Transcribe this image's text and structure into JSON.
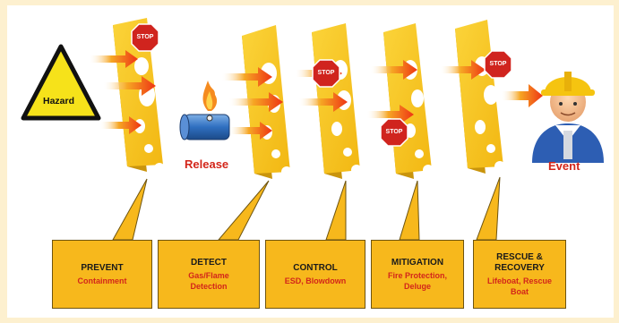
{
  "hazard": {
    "label": "Hazard"
  },
  "release": {
    "label": "Release"
  },
  "event": {
    "label": "Event"
  },
  "stop_sign": {
    "text": "STOP"
  },
  "barriers": [
    {
      "title": "PREVENT",
      "subtitle": "Containment"
    },
    {
      "title": "DETECT",
      "subtitle": "Gas/Flame Detection"
    },
    {
      "title": "CONTROL",
      "subtitle": "ESD, Blowdown"
    },
    {
      "title": "MITIGATION",
      "subtitle": "Fire Protection, Deluge"
    },
    {
      "title": "RESCUE & RECOVERY",
      "subtitle": "Lifeboat, Rescue Boat"
    }
  ],
  "colors": {
    "cheese": "#f7c21a",
    "cheese_edge": "#c9940c",
    "callout": "#f7b81c",
    "arrow": "#f03c14",
    "stop": "#d0241e",
    "hazard_yellow": "#f6e21a",
    "label_red": "#d3261a"
  }
}
